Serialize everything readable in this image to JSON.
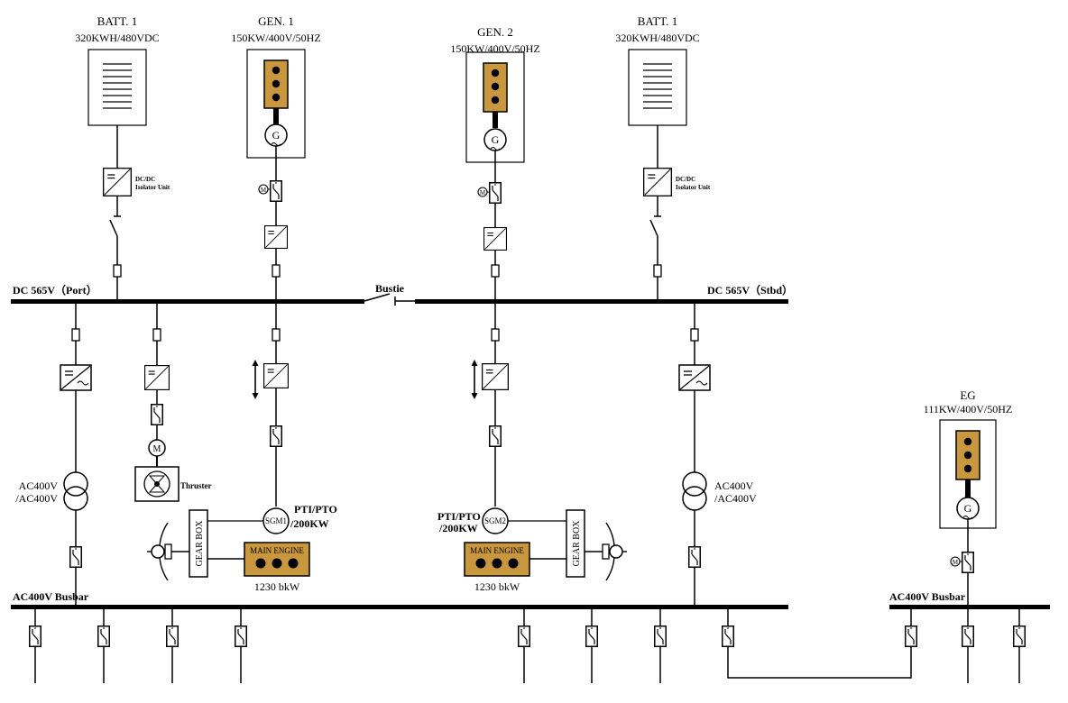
{
  "sources": {
    "batt1": {
      "name": "BATT. 1",
      "rating": "320KWH/480VDC",
      "conv": "DC/DC",
      "conv2": "Isolator Unit"
    },
    "gen1": {
      "name": "GEN. 1",
      "rating": "150KW/400V/50HZ"
    },
    "gen2": {
      "name": "GEN. 2",
      "rating": "150KW/400V/50HZ"
    },
    "batt2": {
      "name": "BATT. 1",
      "rating": "320KWH/480VDC",
      "conv": "DC/DC",
      "conv2": "Isolator Unit"
    },
    "eg": {
      "name": "EG",
      "rating": "111KW/400V/50HZ"
    }
  },
  "buses": {
    "dc_port": "DC 565V（Port）",
    "dc_stbd": "DC 565V（Stbd）",
    "bustie": "Bustie",
    "ac_main": "AC400V Busbar",
    "ac_eg": "AC400V Busbar"
  },
  "port": {
    "transformer": [
      "AC400V",
      "/AC400V"
    ],
    "thruster": "Thruster",
    "sgm": "SGM1",
    "pti": [
      "PTI/PTO",
      "/200KW"
    ],
    "gearbox": "GEAR BOX",
    "engine": "MAIN ENGINE",
    "engine_power": "1230 bkW"
  },
  "stbd": {
    "transformer": [
      "AC400V",
      "/AC400V"
    ],
    "sgm": "SGM2",
    "pti": [
      "PTI/PTO",
      "/200KW"
    ],
    "gearbox": "GEAR BOX",
    "engine": "MAIN ENGINE",
    "engine_power": "1230 bkW"
  },
  "symbols": {
    "generator": "G",
    "motor": "M",
    "motor_op": "M"
  },
  "colors": {
    "engine": "#c8973e",
    "line": "#000000"
  }
}
